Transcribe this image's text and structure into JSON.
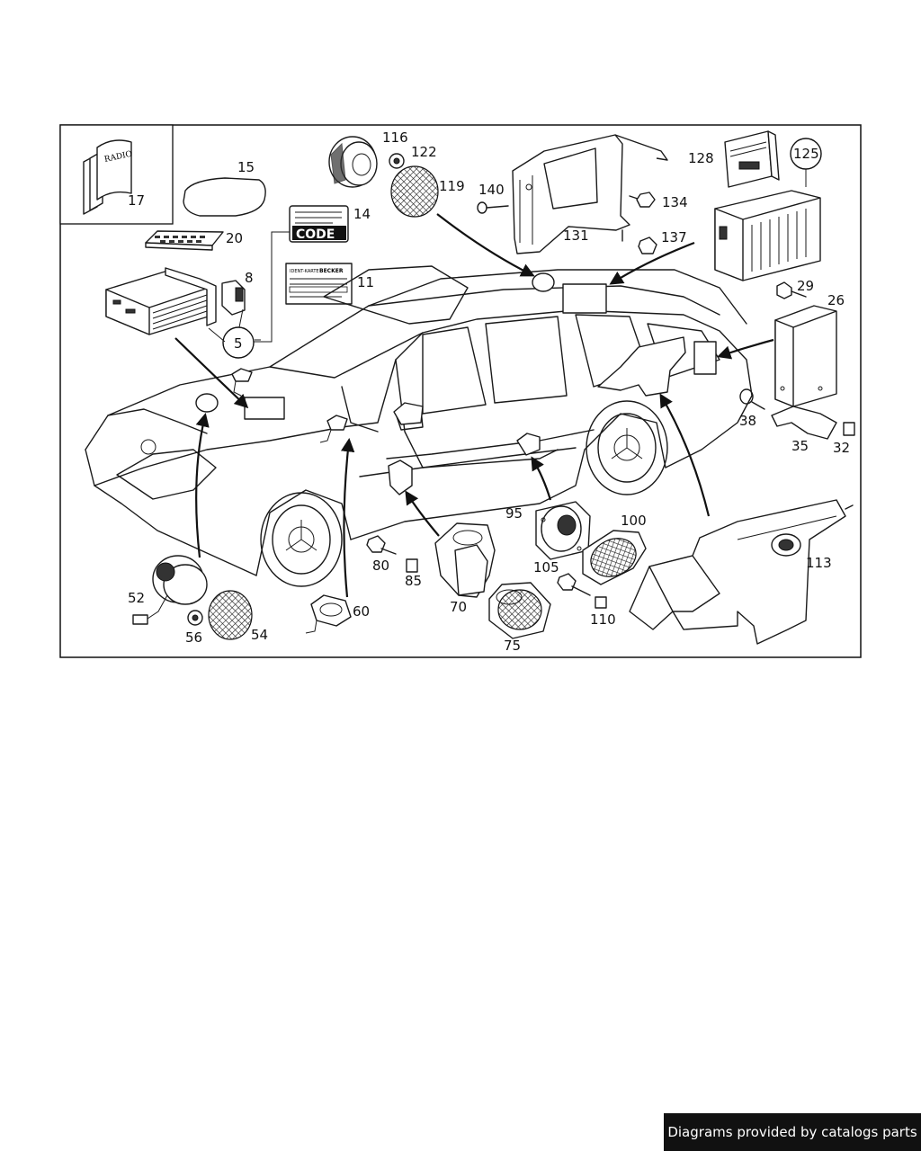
{
  "inset": {
    "radio_text": "RADIO"
  },
  "code_card_text": "CODE",
  "ident_card": {
    "left": "IDENT-KARTE",
    "right": "BECKER"
  },
  "callouts": [
    {
      "id": "17",
      "text": "17"
    },
    {
      "id": "15",
      "text": "15"
    },
    {
      "id": "116",
      "text": "116"
    },
    {
      "id": "122",
      "text": "122"
    },
    {
      "id": "119",
      "text": "119"
    },
    {
      "id": "14",
      "text": "14"
    },
    {
      "id": "20",
      "text": "20"
    },
    {
      "id": "8",
      "text": "8"
    },
    {
      "id": "11",
      "text": "11"
    },
    {
      "id": "5",
      "text": "5"
    },
    {
      "id": "140",
      "text": "140"
    },
    {
      "id": "131",
      "text": "131"
    },
    {
      "id": "134",
      "text": "134"
    },
    {
      "id": "137",
      "text": "137"
    },
    {
      "id": "128",
      "text": "128"
    },
    {
      "id": "125",
      "text": "125"
    },
    {
      "id": "29",
      "text": "29"
    },
    {
      "id": "26",
      "text": "26"
    },
    {
      "id": "38",
      "text": "38"
    },
    {
      "id": "35",
      "text": "35"
    },
    {
      "id": "32",
      "text": "32"
    },
    {
      "id": "95",
      "text": "95"
    },
    {
      "id": "100",
      "text": "100"
    },
    {
      "id": "113",
      "text": "113"
    },
    {
      "id": "105",
      "text": "105"
    },
    {
      "id": "110",
      "text": "110"
    },
    {
      "id": "80",
      "text": "80"
    },
    {
      "id": "85",
      "text": "85"
    },
    {
      "id": "70",
      "text": "70"
    },
    {
      "id": "75",
      "text": "75"
    },
    {
      "id": "52",
      "text": "52"
    },
    {
      "id": "56",
      "text": "56"
    },
    {
      "id": "54",
      "text": "54"
    },
    {
      "id": "60",
      "text": "60"
    }
  ],
  "footer": {
    "text": "Diagrams provided by catalogs parts"
  }
}
